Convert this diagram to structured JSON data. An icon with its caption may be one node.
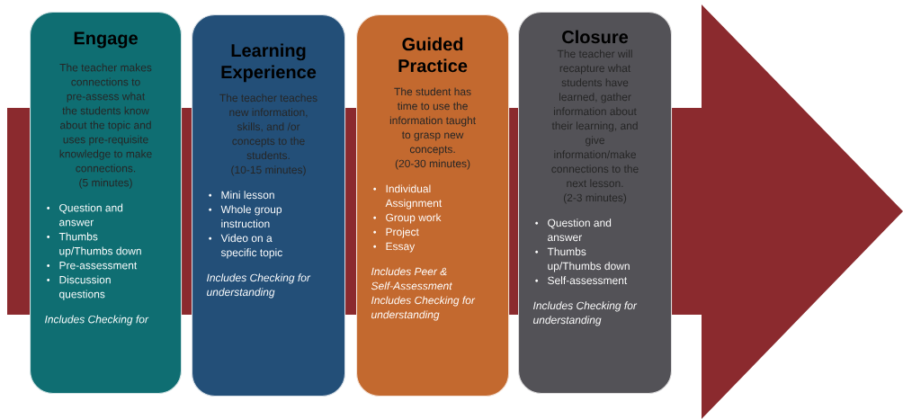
{
  "diagram": {
    "nodes": [
      {
        "text": [
          "Engage",
          "The teacher makes connections to pre-assess what the students know about the topic and uses pre-requisite knowledge to make connections.",
          "(5 minutes)",
          "Question and answer",
          "Thumbs up/Thumbs down",
          "Pre-assessment",
          "Discussion questions",
          "Includes Checking for"
        ]
      },
      {
        "text": [
          "Learning Experience",
          "The teacher teaches new information, skills, and /or concepts to the students.",
          "(10-15 minutes)",
          "Mini lesson",
          "Whole group instruction",
          "Video on a specific topic",
          "Includes Checking for understanding"
        ]
      },
      {
        "text": [
          "Guided Practice",
          "The student has time to use the information taught to grasp new concepts.",
          "(20-30 minutes)",
          "Individual Assignment",
          "Group work",
          "Project",
          "Essay",
          "Includes Peer & Self-Assessment",
          "Includes Checking for understanding"
        ]
      },
      {
        "text": [
          "Closure",
          "The teacher will recapture what students have learned, gather information about their learning, and give information/make connections to the next lesson.",
          "(2-3 minutes)",
          "Question and answer",
          "Thumbs up/Thumbs down",
          "Self-assessment",
          "Includes Checking for understanding"
        ]
      }
    ]
  }
}
